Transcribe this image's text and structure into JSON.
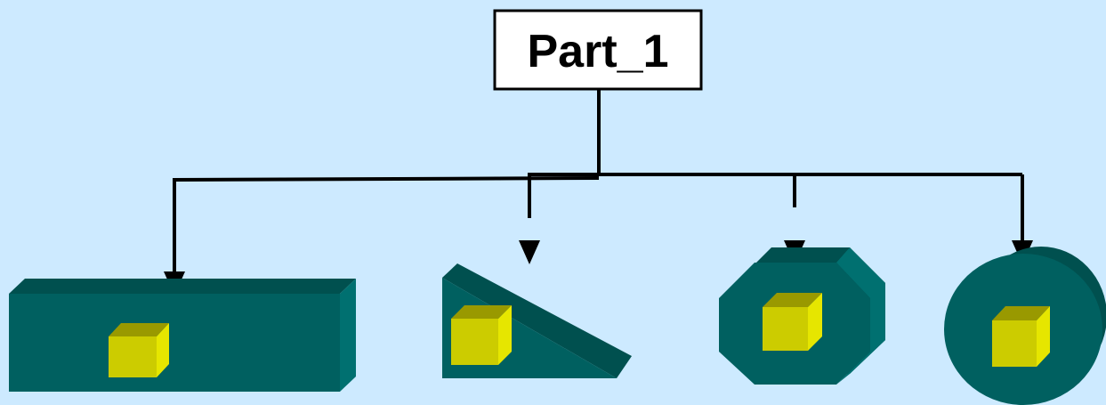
{
  "diagram": {
    "root": {
      "label": "Part_1"
    },
    "children": [
      {
        "id": "rectangular-bar",
        "shape": "rectangular prism"
      },
      {
        "id": "triangular-wedge",
        "shape": "triangular prism"
      },
      {
        "id": "octagonal-prism",
        "shape": "octagonal prism"
      },
      {
        "id": "cylinder",
        "shape": "cylinder"
      }
    ],
    "colors": {
      "background": "#cdeaff",
      "part_front": "#006060",
      "part_top": "#00504f",
      "part_side": "#007070",
      "cube_front": "#cccc00",
      "cube_top": "#999900",
      "cube_side": "#e6e600",
      "connector": "#000000",
      "root_box_fill": "#ffffff"
    }
  }
}
